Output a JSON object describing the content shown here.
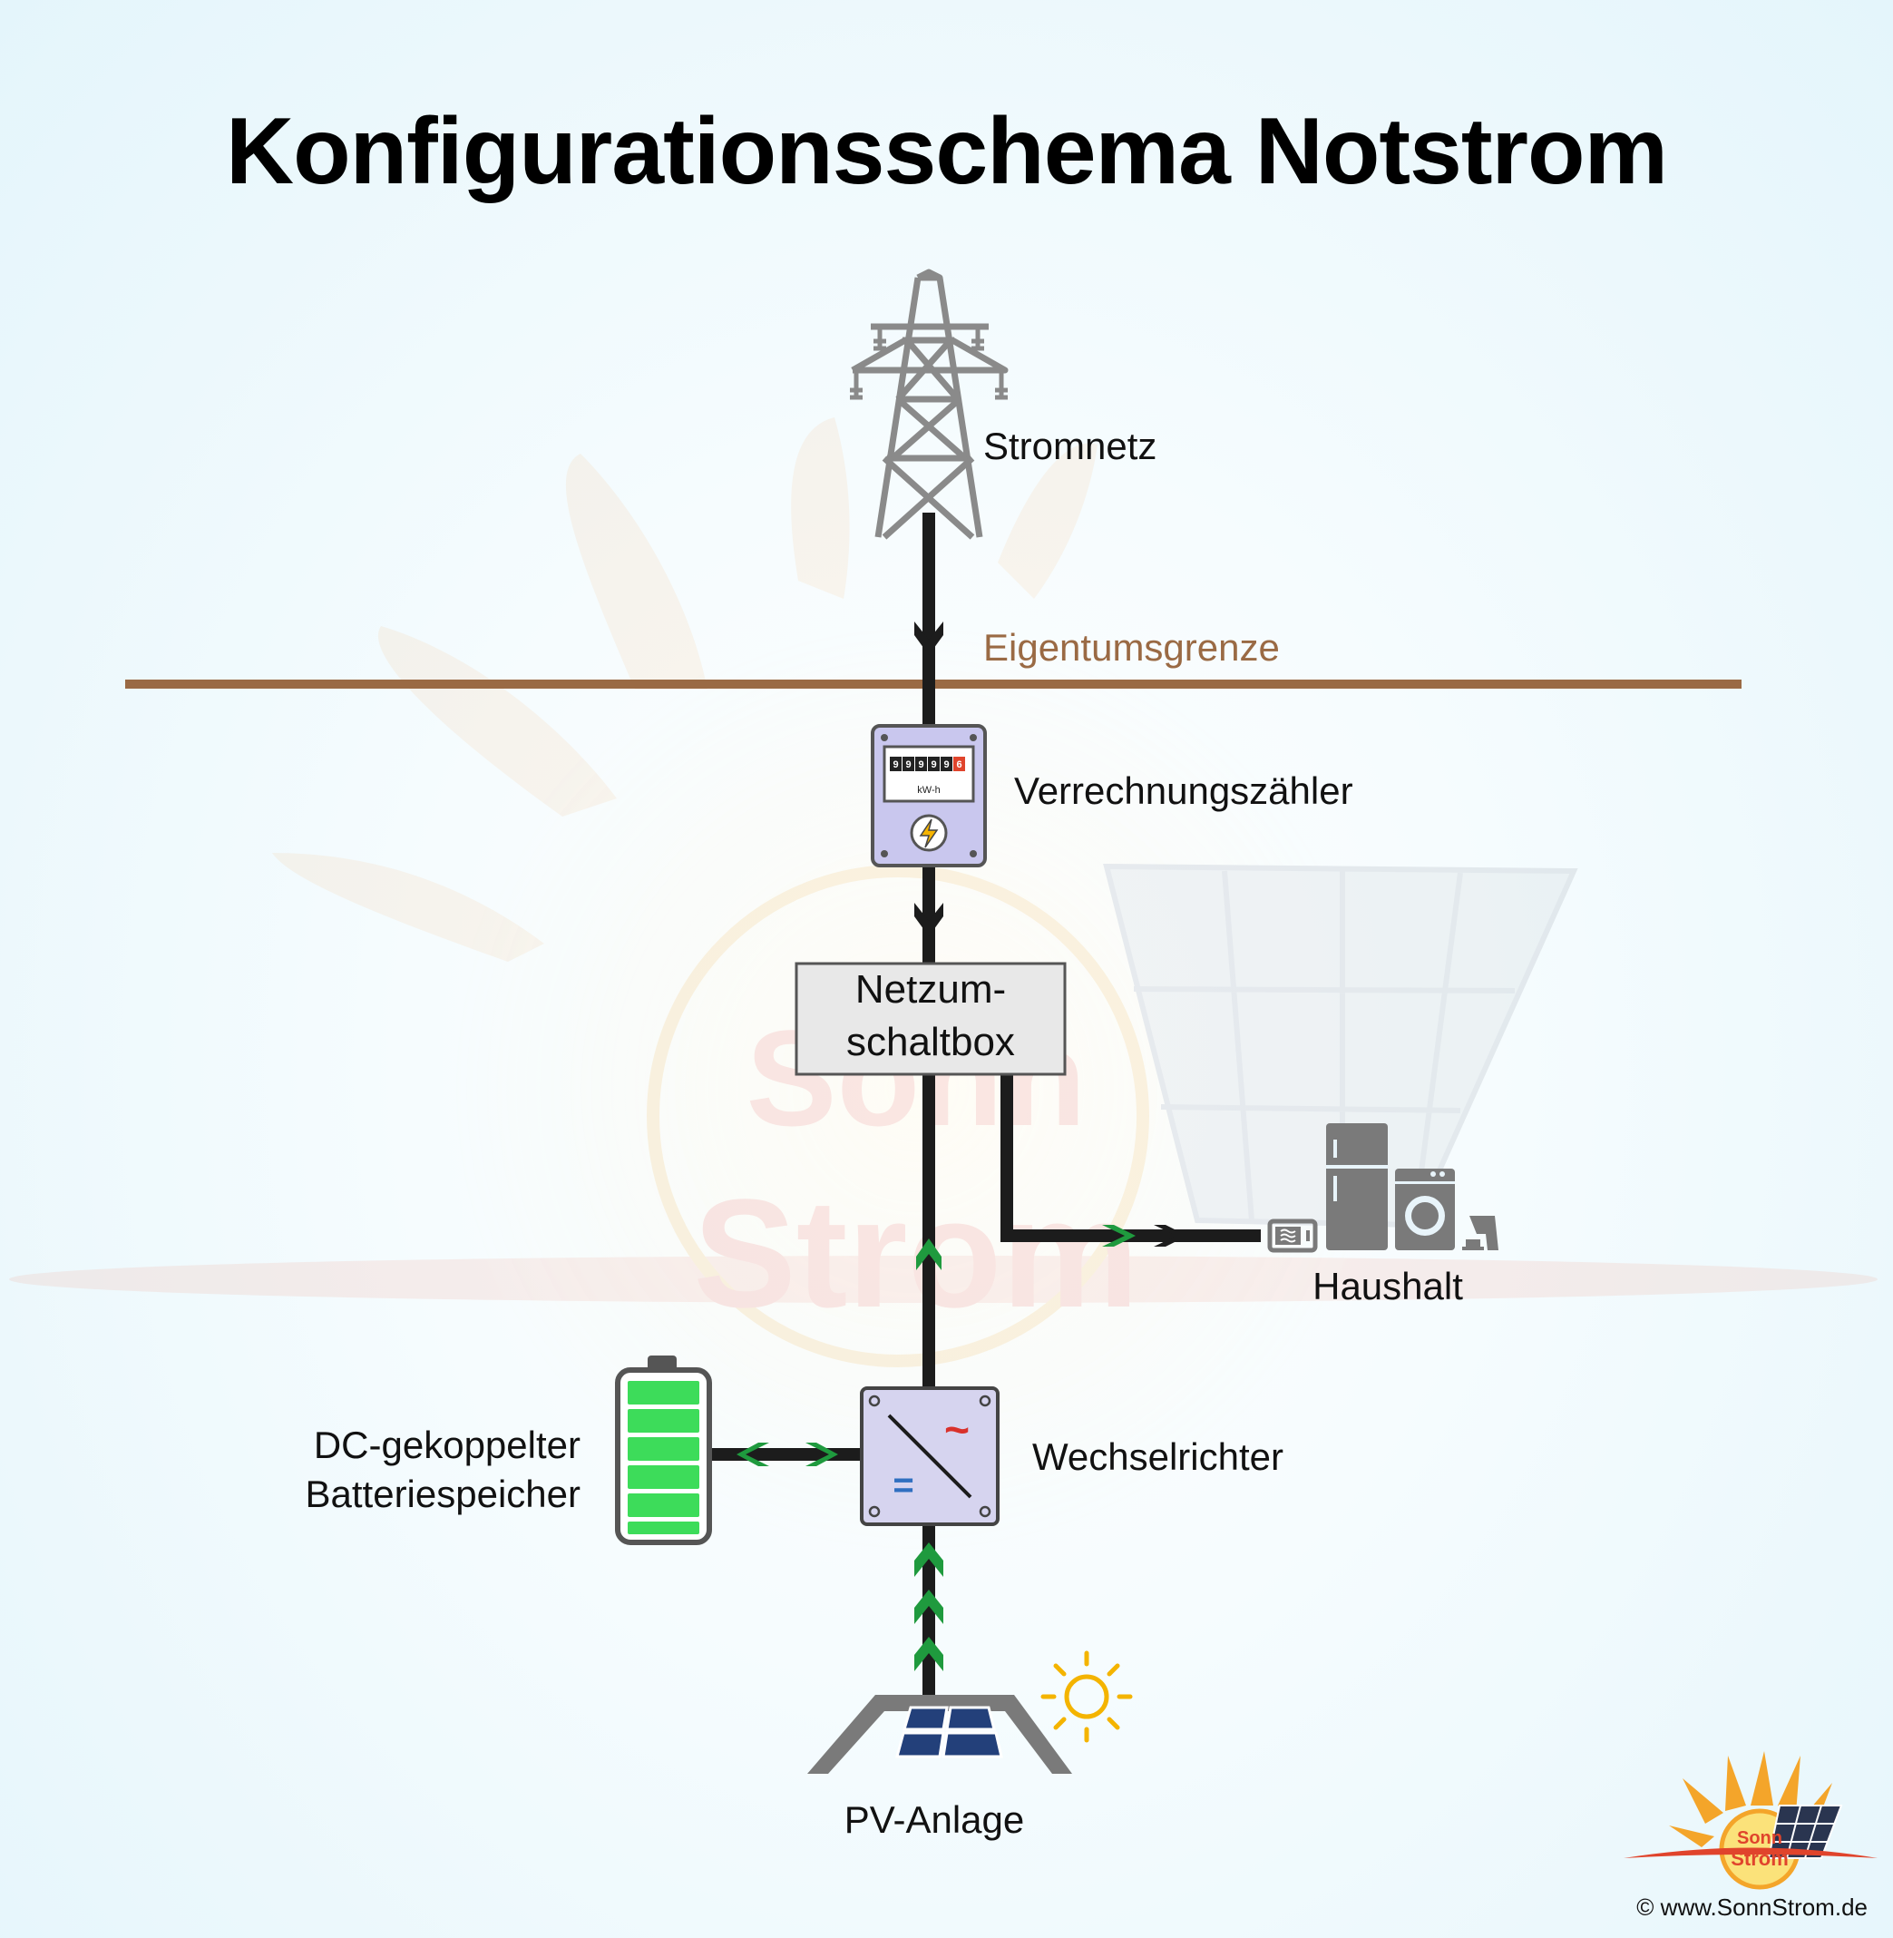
{
  "title": "Konfigurationsschema Notstrom",
  "labels": {
    "grid": "Stromnetz",
    "boundary": "Eigentumsgrenze",
    "meter": "Verrechnungszähler",
    "switchbox_line1": "Netzum-",
    "switchbox_line2": "schaltbox",
    "household": "Haushalt",
    "battery_line1": "DC-gekoppelter",
    "battery_line2": "Batteriespeicher",
    "inverter": "Wechselrichter",
    "pv": "PV-Anlage"
  },
  "meter_display": {
    "digits": [
      "9",
      "9",
      "9",
      "9",
      "9",
      "6"
    ],
    "unit": "kW-h"
  },
  "inverter_symbols": {
    "ac": "~",
    "dc": "="
  },
  "watermark": {
    "line1": "Sonn",
    "line2": "Strom"
  },
  "logo": {
    "line1": "Sonn",
    "line2": "Strom"
  },
  "copyright": "© www.SonnStrom.de",
  "colors": {
    "line": "#1c1c1c",
    "flow_arrow_green": "#1f9a3e",
    "boundary": "#9a6a44",
    "meter_body": "#c9c7ee",
    "inverter_body": "#d6d4ef",
    "box": "#e8e8e8",
    "battery_green": "#3ddc5a",
    "icon_grey": "#7a7a7a",
    "sun": "#f4b400"
  }
}
